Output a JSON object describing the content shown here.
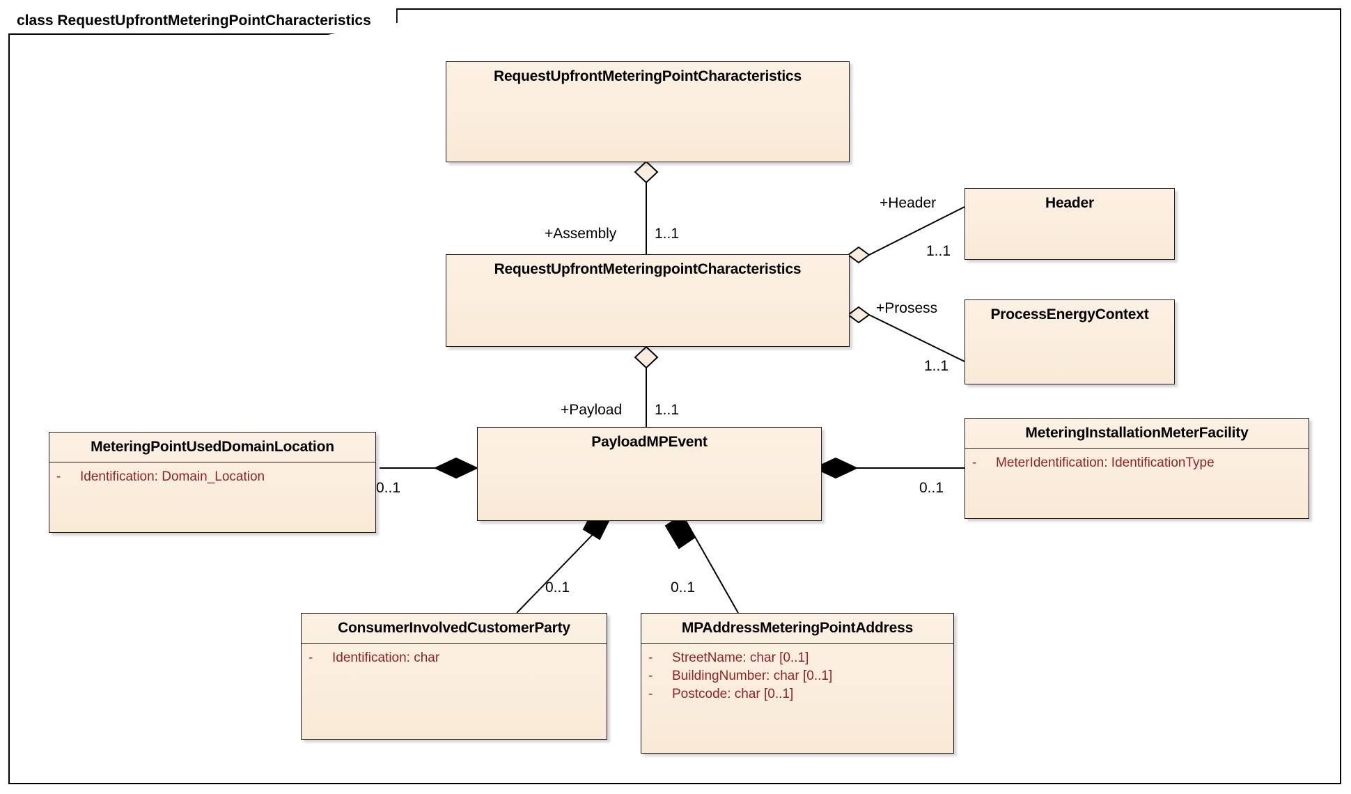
{
  "frame": {
    "label": "class RequestUpfrontMeteringPointCharacteristics"
  },
  "colors": {
    "box_fill": "#fbeedf",
    "box_border": "#1a1a1a",
    "attribute_text": "#8f2222",
    "title_text": "#000000",
    "line": "#000000",
    "canvas": "#ffffff"
  },
  "classes": {
    "root": {
      "name": "RequestUpfrontMeteringPointCharacteristics",
      "attributes": []
    },
    "assembly": {
      "name": "RequestUpfrontMeteringpointCharacteristics",
      "attributes": []
    },
    "header": {
      "name": "Header",
      "attributes": []
    },
    "process_energy_context": {
      "name": "ProcessEnergyContext",
      "attributes": []
    },
    "payload": {
      "name": "PayloadMPEvent",
      "attributes": []
    },
    "metering_point_used_domain_location": {
      "name": "MeteringPointUsedDomainLocation",
      "attributes": [
        {
          "visibility": "-",
          "text": "Identification: Domain_Location"
        }
      ]
    },
    "metering_installation_meter_facility": {
      "name": "MeteringInstallationMeterFacility",
      "attributes": [
        {
          "visibility": "-",
          "text": "MeterIdentification: IdentificationType"
        }
      ]
    },
    "consumer_involved_customer_party": {
      "name": "ConsumerInvolvedCustomerParty",
      "attributes": [
        {
          "visibility": "-",
          "text": "Identification: char"
        }
      ]
    },
    "mp_address_metering_point_address": {
      "name": "MPAddressMeteringPointAddress",
      "attributes": [
        {
          "visibility": "-",
          "text": "StreetName: char [0..1]"
        },
        {
          "visibility": "-",
          "text": "BuildingNumber: char [0..1]"
        },
        {
          "visibility": "-",
          "text": "Postcode: char [0..1]"
        }
      ]
    }
  },
  "associations": {
    "assembly": {
      "role": "+Assembly",
      "multiplicity": "1..1"
    },
    "payload": {
      "role": "+Payload",
      "multiplicity": "1..1"
    },
    "header": {
      "role": "+Header",
      "multiplicity": "1..1"
    },
    "process": {
      "role": "+Prosess",
      "multiplicity": "1..1"
    },
    "domain_location": {
      "multiplicity": "0..1"
    },
    "meter_facility": {
      "multiplicity": "0..1"
    },
    "customer_party": {
      "multiplicity": "0..1"
    },
    "mp_address": {
      "multiplicity": "0..1"
    }
  }
}
